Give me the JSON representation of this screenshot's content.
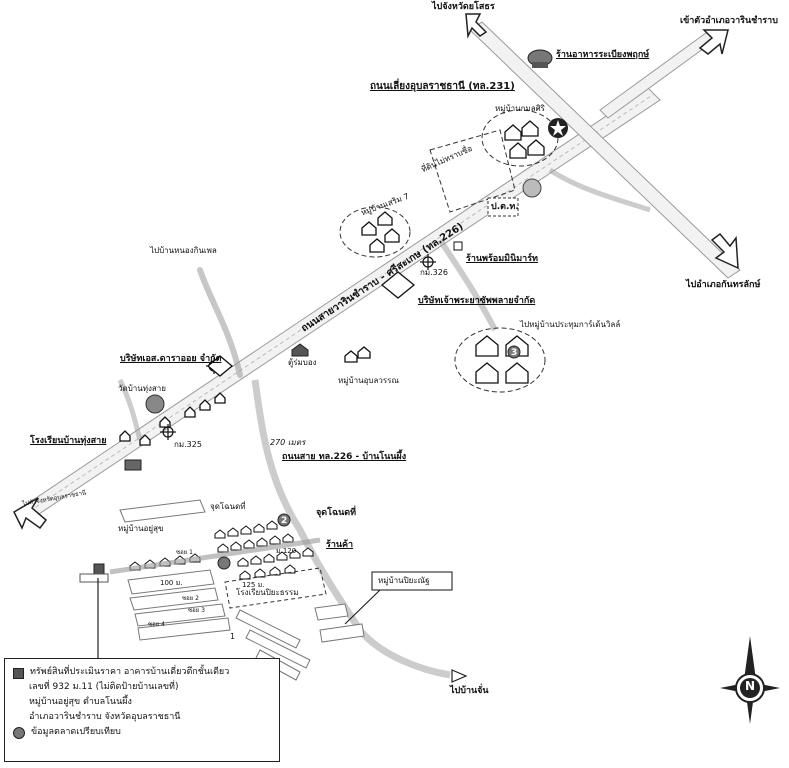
{
  "labels": {
    "to_yasothon": "ไปจังหวัดยโสธร",
    "to_warin_town": "เข้าตัวอำเภอวารินชำราบ",
    "restaurant": "ร้านอาหารระเบียงพฤกษ์",
    "bypass_road": "ถนนเลี่ยงอุบลราชธานี (ทล.231)",
    "village_kamsri": "หมู่บ้านกมลศิริ",
    "vacant_land": "ที่ดินไม่ทราบชื่อ",
    "pea": "ป.ต.ท.",
    "village_7": "หมู่บ้านเสริม 7",
    "village_nongkinphet": "ไปบ้านหนองกินเพล",
    "shop_minimart": "ร้านพร้อมมินิมาร์ท",
    "km326": "กม.326",
    "main_road": "ถนนสายวารินชำราบ - ศรีสะเกษ (ทล.226)",
    "company_dealer": "บริษัทเจ้าพระยาซัพพลายจำกัด",
    "to_kanthararak": "ไปอำเภอกันทรลักษ์",
    "village_pradit": "ไปหมู่บ้านประทุมการ์เด้นวิลล์",
    "company_left": "บริษัทเอส.ดาราออย จำกัด",
    "wat_sai": "วัดบ้านทุ่งสาย",
    "market": "ตู้ร่มบอง",
    "village_ubon": "หมู่บ้านอุบลวรรณ",
    "school": "โรงเรียนบ้านทุ่งสาย",
    "km325": "กม.325",
    "to_town_left": "ไปตัวจังหวัดอุบลราชธานี",
    "distance": "270 เมตร",
    "side_road": "ถนนสาย ทล.226 - บ้านโนนผึ้ง",
    "village_yusuk": "หมู่บ้านอยู่สุข",
    "soi_label": "จุดโฉนดที่",
    "point_label": "จุดโฉนดที่",
    "shop_right": "ร้านค้า",
    "m120": "ม.120",
    "village_pranee": "หมู่บ้านปิยะณัฐ",
    "school_bottom": "โรงเรียนปิยะธรรม",
    "m100": "100 ม.",
    "m125": "125 ม.",
    "to_ban_chan": "ไปบ้านจั่น",
    "soi_1": "ซอย 1",
    "soi_2": "ซอย 2",
    "soi_3": "ซอย 3",
    "soi_4": "ซอย 4",
    "num_1": "1",
    "num_2": "2",
    "num_3": "3",
    "compass_n": "N"
  },
  "legend": {
    "line1": "ทรัพย์สินที่ประเมินราคา  อาคารบ้านเดี่ยวตึกชั้นเดียว",
    "line2": "เลขที่ 932 ม.11 (ไม่ติดป้ายบ้านเลขที่)",
    "line3": "หมู่บ้านอยู่สุข  ตำบลโนนผึ้ง",
    "line4": "อำเภอวารินชำราบ  จังหวัดอุบลราชธานี",
    "line5": "ข้อมูลตลาดเปรียบเทียบ"
  },
  "colors": {
    "road_fill": "#f4f4f4",
    "road_edge": "#8a8a8a",
    "subject": "#555555",
    "comparable": "#777777"
  }
}
